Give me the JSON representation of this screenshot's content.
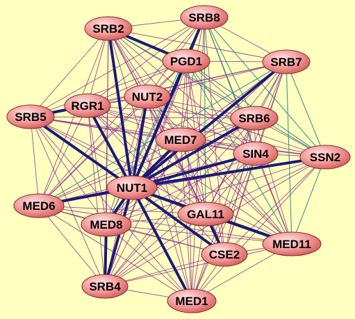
{
  "graph": {
    "background": "#FFFFC0",
    "edge_colors": {
      "light_purple": "#8B2A8B",
      "teal": "#2A8A8A",
      "heavy": "#1A1A7A"
    },
    "node_fill": {
      "light": "#FFD6D6",
      "dark": "#E06A6A",
      "stroke": "#7A2A2A"
    },
    "nodes": [
      {
        "id": "SRB2",
        "label": "SRB2"
      },
      {
        "id": "SRB8",
        "label": "SRB8"
      },
      {
        "id": "PGD1",
        "label": "PGD1"
      },
      {
        "id": "SRB7",
        "label": "SRB7"
      },
      {
        "id": "NUT2",
        "label": "NUT2"
      },
      {
        "id": "RGR1",
        "label": "RGR1"
      },
      {
        "id": "SRB5",
        "label": "SRB5"
      },
      {
        "id": "SRB6",
        "label": "SRB6"
      },
      {
        "id": "MED7",
        "label": "MED7"
      },
      {
        "id": "SIN4",
        "label": "SIN4"
      },
      {
        "id": "SSN2",
        "label": "SSN2"
      },
      {
        "id": "NUT1",
        "label": "NUT1"
      },
      {
        "id": "MED6",
        "label": "MED6"
      },
      {
        "id": "GAL11",
        "label": "GAL11"
      },
      {
        "id": "MED8",
        "label": "MED8"
      },
      {
        "id": "MED11",
        "label": "MED11"
      },
      {
        "id": "CSE2",
        "label": "CSE2"
      },
      {
        "id": "SRB4",
        "label": "SRB4"
      },
      {
        "id": "MED1",
        "label": "MED1"
      }
    ],
    "heavy_edges": [
      [
        "NUT1",
        "SRB2"
      ],
      [
        "NUT1",
        "PGD1"
      ],
      [
        "NUT1",
        "SRB8"
      ],
      [
        "NUT1",
        "NUT2"
      ],
      [
        "NUT1",
        "RGR1"
      ],
      [
        "NUT1",
        "SRB5"
      ],
      [
        "NUT1",
        "SRB7"
      ],
      [
        "NUT1",
        "SRB6"
      ],
      [
        "NUT1",
        "MED7"
      ],
      [
        "NUT1",
        "SIN4"
      ],
      [
        "NUT1",
        "SSN2"
      ],
      [
        "NUT1",
        "MED6"
      ],
      [
        "NUT1",
        "MED8"
      ],
      [
        "NUT1",
        "GAL11"
      ],
      [
        "NUT1",
        "CSE2"
      ],
      [
        "NUT1",
        "SRB4"
      ],
      [
        "NUT1",
        "MED1"
      ],
      [
        "NUT1",
        "MED11"
      ],
      [
        "GAL11",
        "MED11"
      ],
      [
        "GAL11",
        "CSE2"
      ],
      [
        "MED8",
        "SRB4"
      ],
      [
        "RGR1",
        "SRB5"
      ],
      [
        "SRB2",
        "PGD1"
      ]
    ],
    "teal_edges": [
      [
        "SRB8",
        "SSN2"
      ],
      [
        "SRB8",
        "SIN4"
      ],
      [
        "SRB7",
        "MED6"
      ],
      [
        "SRB7",
        "SSN2"
      ],
      [
        "PGD1",
        "SSN2"
      ],
      [
        "SRB2",
        "SSN2"
      ],
      [
        "SRB8",
        "SRB6"
      ],
      [
        "SRB7",
        "MED11"
      ],
      [
        "SSN2",
        "MED11"
      ],
      [
        "SRB8",
        "MED8"
      ],
      [
        "PGD1",
        "MED11"
      ],
      [
        "SRB8",
        "GAL11"
      ]
    ]
  }
}
